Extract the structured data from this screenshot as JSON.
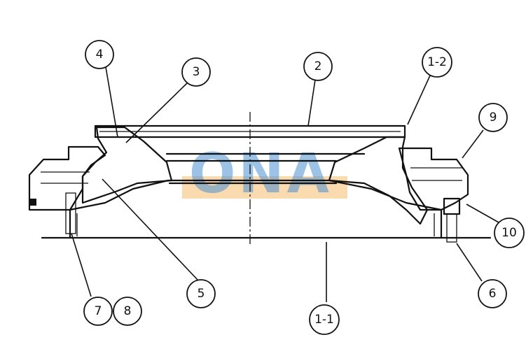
{
  "watermark": {
    "text": "ONA",
    "text_color": "#4a8fd1",
    "band_color": "#f6c27a"
  },
  "callouts": [
    {
      "id": "c4",
      "label": "4"
    },
    {
      "id": "c3",
      "label": "3"
    },
    {
      "id": "c2",
      "label": "2"
    },
    {
      "id": "c12",
      "label": "1-2"
    },
    {
      "id": "c9",
      "label": "9"
    },
    {
      "id": "c10",
      "label": "10"
    },
    {
      "id": "c6",
      "label": "6"
    },
    {
      "id": "c1",
      "label": "1-1"
    },
    {
      "id": "c5",
      "label": "5"
    },
    {
      "id": "c7",
      "label": "7"
    },
    {
      "id": "c8",
      "label": "8"
    }
  ]
}
